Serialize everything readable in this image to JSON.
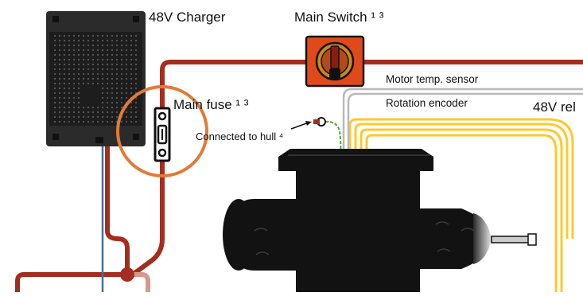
{
  "labels": {
    "charger": "48V Charger",
    "main_switch": "Main Switch ¹ ³",
    "main_fuse": "Main fuse ¹ ³",
    "motor_temp_sensor": "Motor temp. sensor",
    "rotation_encoder": "Rotation encoder",
    "relay": "48V rel",
    "hull": "Connected to hull ⁴"
  },
  "colors": {
    "power_line": "#a32d1e",
    "power_line_light": "#d9968a",
    "signal_line": "#ffc830",
    "sensor_line": "#b8b8b8",
    "ground_line": "#55a630",
    "highlight_circle": "#e07b39",
    "charger_body": "#2b2b2b",
    "switch_body": "#e04a1a",
    "motor_body": "#121212",
    "data_cable": "#4a6f96"
  }
}
